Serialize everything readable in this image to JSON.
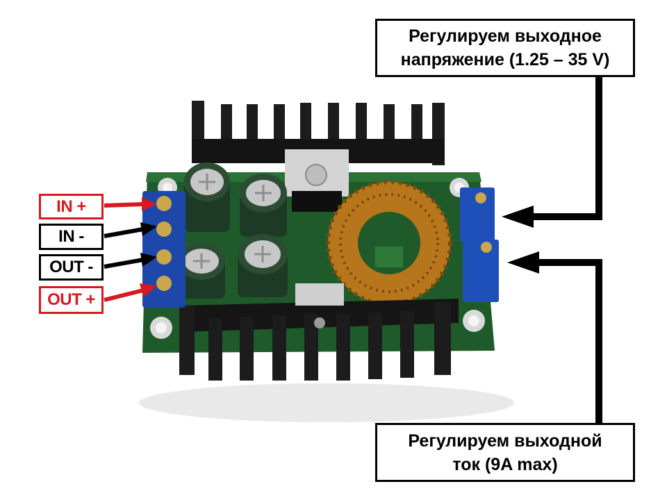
{
  "terminals": [
    {
      "label": "IN +",
      "color": "#d71920"
    },
    {
      "label": "IN -",
      "color": "#000000"
    },
    {
      "label": "OUT -",
      "color": "#000000"
    },
    {
      "label": "OUT +",
      "color": "#d71920"
    }
  ],
  "callout_voltage": {
    "line1": "Регулируем выходное",
    "line2": "напряжение (1.25 – 35 V)"
  },
  "callout_current": {
    "line1": "Регулируем выходной",
    "line2": "ток (9A max)"
  },
  "colors": {
    "red": "#d71920",
    "pcb": "#1f5a2a",
    "heatsink": "#1c1c1c",
    "terminal": "#1d47a8",
    "potentiometer": "#1f4fb8",
    "coil": "#b8761c"
  }
}
